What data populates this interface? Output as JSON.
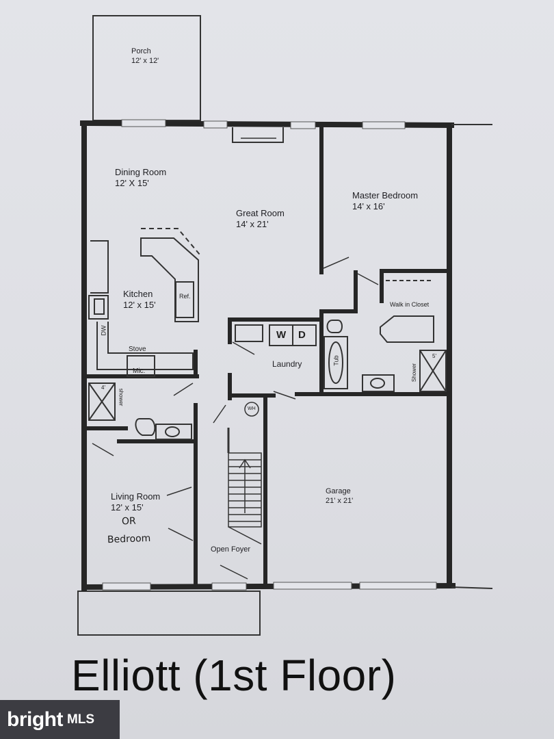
{
  "plan": {
    "title": "Elliott (1st Floor)",
    "rooms": {
      "porch": {
        "name": "Porch",
        "size": "12' x 12'"
      },
      "dining": {
        "name": "Dining Room",
        "size": "12' X 15'"
      },
      "great": {
        "name": "Great Room",
        "size": "14' x 21'"
      },
      "master": {
        "name": "Master Bedroom",
        "size": "14' x 16'"
      },
      "kitchen": {
        "name": "Kitchen",
        "size": "12' x 15'"
      },
      "living": {
        "name": "Living Room",
        "size": "12' x 15'"
      },
      "garage": {
        "name": "Garage",
        "size": "21' x 21'"
      },
      "laundry": {
        "name": "Laundry"
      },
      "closet": {
        "name": "Walk in Closet"
      },
      "foyer": {
        "name": "Open Foyer"
      }
    },
    "fixtures": {
      "ref": "Ref.",
      "dw": "DW",
      "stove": "Stove",
      "mic": "Mic.",
      "washer": "W",
      "dryer": "D",
      "tub": "Tub",
      "wh": "WH",
      "shower_left": "shower",
      "shower_left_size": "4'",
      "shower_right": "Shower",
      "shower_right_size": "5'"
    },
    "handwritten": {
      "or": "OR",
      "bedroom": "Bedroom"
    }
  },
  "watermark": {
    "brand": "bright",
    "suffix": "MLS"
  }
}
